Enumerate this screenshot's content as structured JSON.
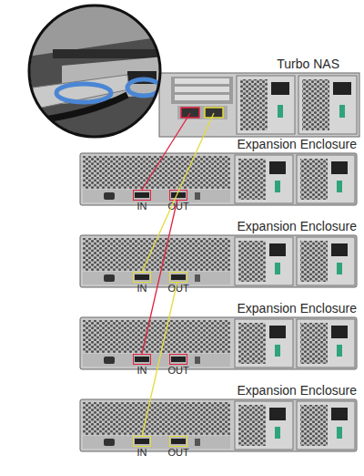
{
  "diagram": {
    "nodes": [
      {
        "text": [
          "Turbo NAS"
        ]
      },
      {
        "text": [
          "Expansion Enclosure"
        ]
      },
      {
        "text": [
          "IN"
        ],
        "in": 1
      },
      {
        "text": [
          "OUT"
        ],
        "in": 1
      },
      {
        "text": [
          "Expansion Enclosure"
        ]
      },
      {
        "text": [
          "IN"
        ],
        "in": 4
      },
      {
        "text": [
          "OUT"
        ],
        "in": 4
      },
      {
        "text": [
          "Expansion Enclosure"
        ]
      },
      {
        "text": [
          "IN"
        ],
        "in": 7
      },
      {
        "text": [
          "OUT"
        ],
        "in": 7
      },
      {
        "text": [
          "Expansion Enclosure"
        ]
      },
      {
        "text": [
          "IN"
        ],
        "in": 10
      },
      {
        "text": [
          "OUT"
        ],
        "in": 10
      }
    ],
    "edges": [
      {
        "from": 0,
        "to": 2,
        "arrow": "none"
      },
      {
        "from": 3,
        "to": 8,
        "arrow": "none"
      },
      {
        "from": 0,
        "to": 5,
        "arrow": "none"
      },
      {
        "from": 6,
        "to": 11,
        "arrow": "none"
      }
    ]
  }
}
